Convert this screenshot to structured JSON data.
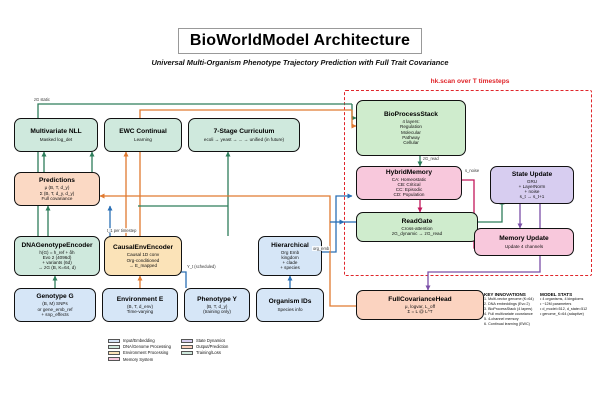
{
  "header": {
    "title": "BioWorldModel  Architecture",
    "subtitle": "Universal Multi-Organism Phenotype Trajectory Prediction with Full Trait Covariance"
  },
  "scan": {
    "label": "hk.scan over T timesteps"
  },
  "nodes": {
    "multivariate_nll": {
      "title": "Multivariate NLL",
      "lines": [
        "Masked log_det"
      ]
    },
    "ewc_continual": {
      "title": "EWC Continual",
      "lines": [
        "Learning"
      ]
    },
    "curriculum": {
      "title": "7-Stage Curriculum",
      "lines": [
        "ecoli → yeast → ... → unified (in future)"
      ]
    },
    "predictions": {
      "title": "Predictions",
      "lines": [
        "μ (B, T, d_y)",
        "Σ (B, T, d_y, d_y)",
        "Full covariance"
      ]
    },
    "dna_encoder": {
      "title": "DNAGenotypeEncoder",
      "lines": [
        "h(G) = h_ref + δh",
        "Evo 2 (4096d)",
        "+ variants (6d)",
        "→ zG (B, K=64, d)"
      ]
    },
    "genotype_g": {
      "title": "Genotype G",
      "lines": [
        "(B, M) SNPs",
        "or gene_emb_ref",
        "+ snp_effects"
      ]
    },
    "causal_env_encoder": {
      "title": "CausalEnvEncoder",
      "lines": [
        "Causal 1D conv",
        "Org-conditioned",
        "→ E_mapped"
      ]
    },
    "environment_e": {
      "title": "Environment E",
      "lines": [
        "(B, T, d_env)",
        "Time-varying"
      ]
    },
    "hierarchical": {
      "title": "Hierarchical",
      "lines": [
        "Org Emb",
        "kingdom",
        "+ clade",
        "+ species"
      ]
    },
    "phenotype_y": {
      "title": "Phenotype Y",
      "lines": [
        "(B, T, d_y)",
        "(training only)"
      ]
    },
    "organism_ids": {
      "title": "Organism IDs",
      "lines": [
        "Species info"
      ]
    },
    "bioprocessstack": {
      "title": "BioProcessStack",
      "lines": [
        "4 layers:",
        "Regulation",
        "Molecular",
        "Pathway",
        "Cellular"
      ]
    },
    "hybridmemory": {
      "title": "HybridMemory",
      "lines": [
        "CA: Homeostatic",
        "CB: Critical",
        "CC: Episodic",
        "CD: Population"
      ]
    },
    "readgate": {
      "title": "ReadGate",
      "lines": [
        "Cross-attention",
        "zG_dynamic → zG_read"
      ]
    },
    "state_update": {
      "title": "State Update",
      "lines": [
        "GRU",
        "+ LayerNorm",
        "+ noise",
        "s_t → s_t+1"
      ]
    },
    "memory_update": {
      "title": "Memory Update",
      "lines": [
        "Update 4 channels"
      ]
    },
    "full_cov_head": {
      "title": "FullCovarianceHead",
      "lines": [
        "μ, logvar, L_off",
        "Σ = L @ L^T"
      ]
    }
  },
  "edge_labels": {
    "zg_static": "zG static",
    "zg_read": "zG_read",
    "s_noise": "s_noise",
    "t_1_per_timestep": "t_1 per timestep",
    "y_t_scheduled": "Y_t (scheduled)",
    "org_emb": "org_emb"
  },
  "key_innovations": {
    "title": "KEY INNOVATIONS",
    "items": [
      "1. Multi-vector genome (K=64)",
      "2. DNA embeddings (Evo 2)",
      "3. BioProcessStack (4 layers)",
      "4. Full multivariate covariance",
      "5. 4-channel memory",
      "6. Continual learning (EWC)"
    ]
  },
  "model_stats": {
    "title": "MODEL STATS",
    "items": [
      "• 4 organisms, 4 kingdoms",
      "• ~12M parameters",
      "• d_model=512, d_state=512",
      "• genome_K=64 (adaptive)"
    ]
  },
  "legend": {
    "left": [
      {
        "label": "Input/Embedding",
        "color": "#d6e6f7"
      },
      {
        "label": "DNA/Genome Processing",
        "color": "#cfe9dd"
      },
      {
        "label": "Environment Processing",
        "color": "#fbe3b8"
      },
      {
        "label": "Memory System",
        "color": "#f8c8dc"
      }
    ],
    "right": [
      {
        "label": "State Dynamics",
        "color": "#d7cdf0"
      },
      {
        "label": "Output/Prediction",
        "color": "#fbd3c0"
      },
      {
        "label": "Training/Loss",
        "color": "#cfe9dd"
      }
    ]
  },
  "colors": {
    "accent_red": "#e0262b",
    "flow_green": "#2e7d5b",
    "flow_orange": "#e07a30",
    "flow_blue": "#2a6fb5",
    "flow_purple": "#7b4fa8",
    "flow_magenta": "#c2185b"
  }
}
